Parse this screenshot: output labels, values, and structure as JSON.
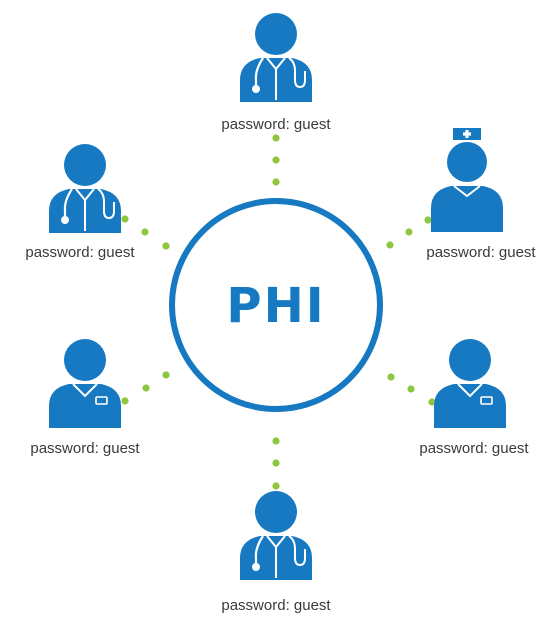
{
  "center": {
    "label": "PHI"
  },
  "nodes": [
    {
      "id": "top",
      "role": "doctor",
      "label": "password: guest"
    },
    {
      "id": "upper-left",
      "role": "doctor",
      "label": "password: guest"
    },
    {
      "id": "upper-right",
      "role": "nurse",
      "label": "password: guest"
    },
    {
      "id": "lower-left",
      "role": "staff",
      "label": "password: guest"
    },
    {
      "id": "lower-right",
      "role": "staff",
      "label": "password: guest"
    },
    {
      "id": "bottom",
      "role": "doctor",
      "label": "password: guest"
    }
  ],
  "colors": {
    "primary": "#1679c2",
    "connector": "#8dc63f",
    "label_text": "#3a3a3a",
    "background": "#ffffff"
  }
}
